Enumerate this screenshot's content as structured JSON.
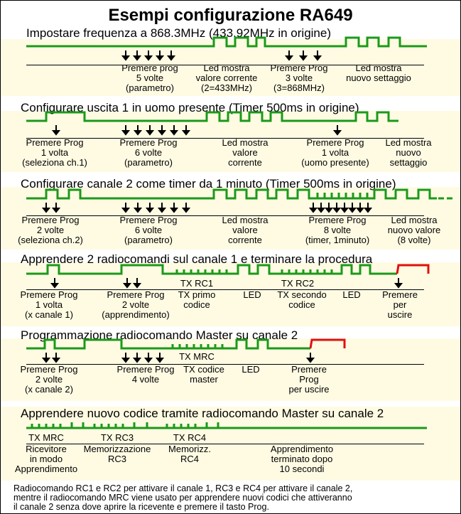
{
  "title": "Esempi configurazione RA649",
  "colors": {
    "trace": "#1a9a1a",
    "highlight": "#fffbe3",
    "exit_pulse": "#e01010",
    "ink": "#000000"
  },
  "sections": [
    {
      "subtitle": "Impostare frequenza a 868.3MHz (433.92MHz in origine)",
      "labels": [
        {
          "lines": [
            "Premere prog",
            "5 volte",
            "(parametro)"
          ]
        },
        {
          "lines": [
            "Led mostra",
            "valore corrente",
            "(2=433MHz)"
          ]
        },
        {
          "lines": [
            "Premere Prog",
            "3 volte",
            "(3=868MHz)"
          ]
        },
        {
          "lines": [
            "Led mostra",
            "nuovo settaggio"
          ]
        }
      ]
    },
    {
      "subtitle": "Configurare uscita 1 in uomo presente (Timer 500ms in origine)",
      "labels": [
        {
          "lines": [
            "Premere Prog",
            "1 volta",
            "(seleziona ch.1)"
          ]
        },
        {
          "lines": [
            "Premere Prog",
            "6 volte",
            "(parametro)"
          ]
        },
        {
          "lines": [
            "Led mostra",
            "valore",
            "corrente"
          ]
        },
        {
          "lines": [
            "Premere Prog",
            "1 volta",
            "(uomo presente)"
          ]
        },
        {
          "lines": [
            "Led mostra",
            "nuovo",
            "settaggio"
          ]
        }
      ]
    },
    {
      "subtitle": "Configurare canale 2 come timer da 1 minuto (Timer 500ms in origine)",
      "labels": [
        {
          "lines": [
            "Premere Prog",
            "2 volte",
            "(seleziona ch.2)"
          ]
        },
        {
          "lines": [
            "Premere Prog",
            "6 volte",
            "(parametro)"
          ]
        },
        {
          "lines": [
            "Led mostra",
            "valore",
            "corrente"
          ]
        },
        {
          "lines": [
            "Premere Prog",
            "8 volte",
            "(timer, 1minuto)"
          ]
        },
        {
          "lines": [
            "Led mostra",
            "nuovo valore",
            "(8 volte)"
          ]
        }
      ]
    },
    {
      "subtitle": "Apprendere 2 radiocomandi sul canale 1 e terminare la procedura",
      "tx_labels": [
        "TX RC1",
        "TX RC2"
      ],
      "labels": [
        {
          "lines": [
            "Premere Prog",
            "1 volta",
            "(x canale 1)"
          ]
        },
        {
          "lines": [
            "Premere Prog",
            "2 volte",
            "(apprendimento)"
          ]
        },
        {
          "lines": [
            "TX primo",
            "codice"
          ]
        },
        {
          "lines": [
            "LED"
          ]
        },
        {
          "lines": [
            "TX secondo",
            "codice"
          ]
        },
        {
          "lines": [
            "LED"
          ]
        },
        {
          "lines": [
            "Premere",
            "per",
            "uscire"
          ]
        }
      ]
    },
    {
      "subtitle": "Programmazione radiocomando Master su canale 2",
      "tx_labels": [
        "TX MRC"
      ],
      "labels": [
        {
          "lines": [
            "Premere Prog",
            "2 volte",
            "(x canale 2)"
          ]
        },
        {
          "lines": [
            "Premere Prog",
            "4 volte"
          ]
        },
        {
          "lines": [
            "TX codice",
            "master"
          ]
        },
        {
          "lines": [
            "LED"
          ]
        },
        {
          "lines": [
            "Premere",
            "Prog",
            "per uscire"
          ]
        }
      ]
    },
    {
      "subtitle": "Apprendere nuovo codice tramite radiocomando Master su canale 2",
      "tx_labels": [
        "TX MRC",
        "TX RC3",
        "TX RC4"
      ],
      "labels": [
        {
          "lines": [
            "Ricevitore",
            "in modo",
            "Apprendimento"
          ]
        },
        {
          "lines": [
            "Memorizzazione",
            "RC3"
          ]
        },
        {
          "lines": [
            "Memorizz.",
            "RC4"
          ]
        },
        {
          "lines": [
            "Apprendimento",
            "terminato dopo",
            "10 secondi"
          ]
        }
      ]
    }
  ],
  "footer_note": [
    "Radiocomando RC1 e RC2 per attivare il canale 1, RC3 e RC4 per attivare il canale 2,",
    "mentre il radiocomando MRC viene usato per apprendere nuovi codici che attiveranno",
    "il canale 2 senza dove aprire la ricevente e premere il tasto Prog."
  ]
}
